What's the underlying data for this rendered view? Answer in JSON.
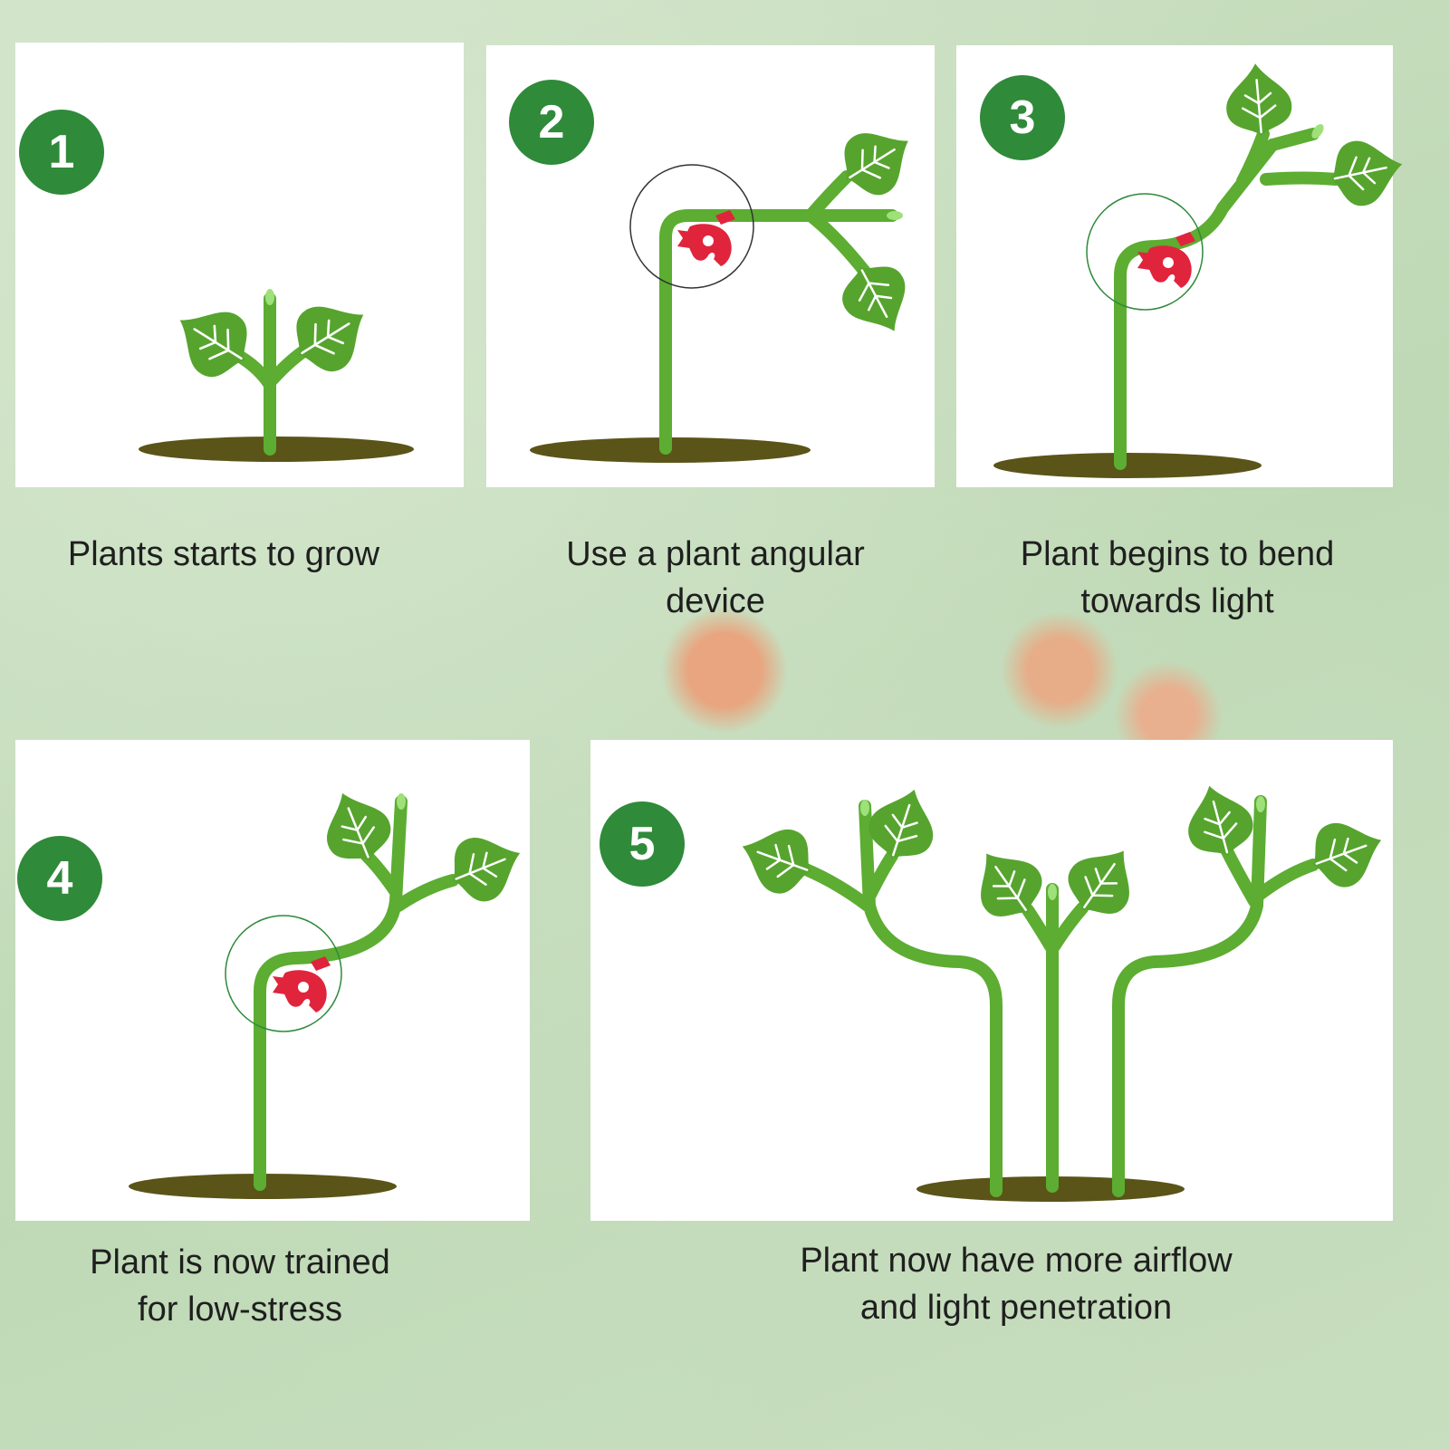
{
  "colors": {
    "badge": "#2f8a3a",
    "stem": "#5cad32",
    "leaf": "#56a42e",
    "soil": "#5a5418",
    "clip": "#e0243c"
  },
  "steps": [
    {
      "number": "1",
      "caption": [
        "Plants starts to grow"
      ]
    },
    {
      "number": "2",
      "caption": [
        "Use a plant angular",
        "device"
      ]
    },
    {
      "number": "3",
      "caption": [
        "Plant begins to bend",
        "towards light"
      ]
    },
    {
      "number": "4",
      "caption": [
        "Plant is now trained",
        "for low-stress"
      ]
    },
    {
      "number": "5",
      "caption": [
        "Plant now have more airflow",
        "and light penetration"
      ]
    }
  ]
}
